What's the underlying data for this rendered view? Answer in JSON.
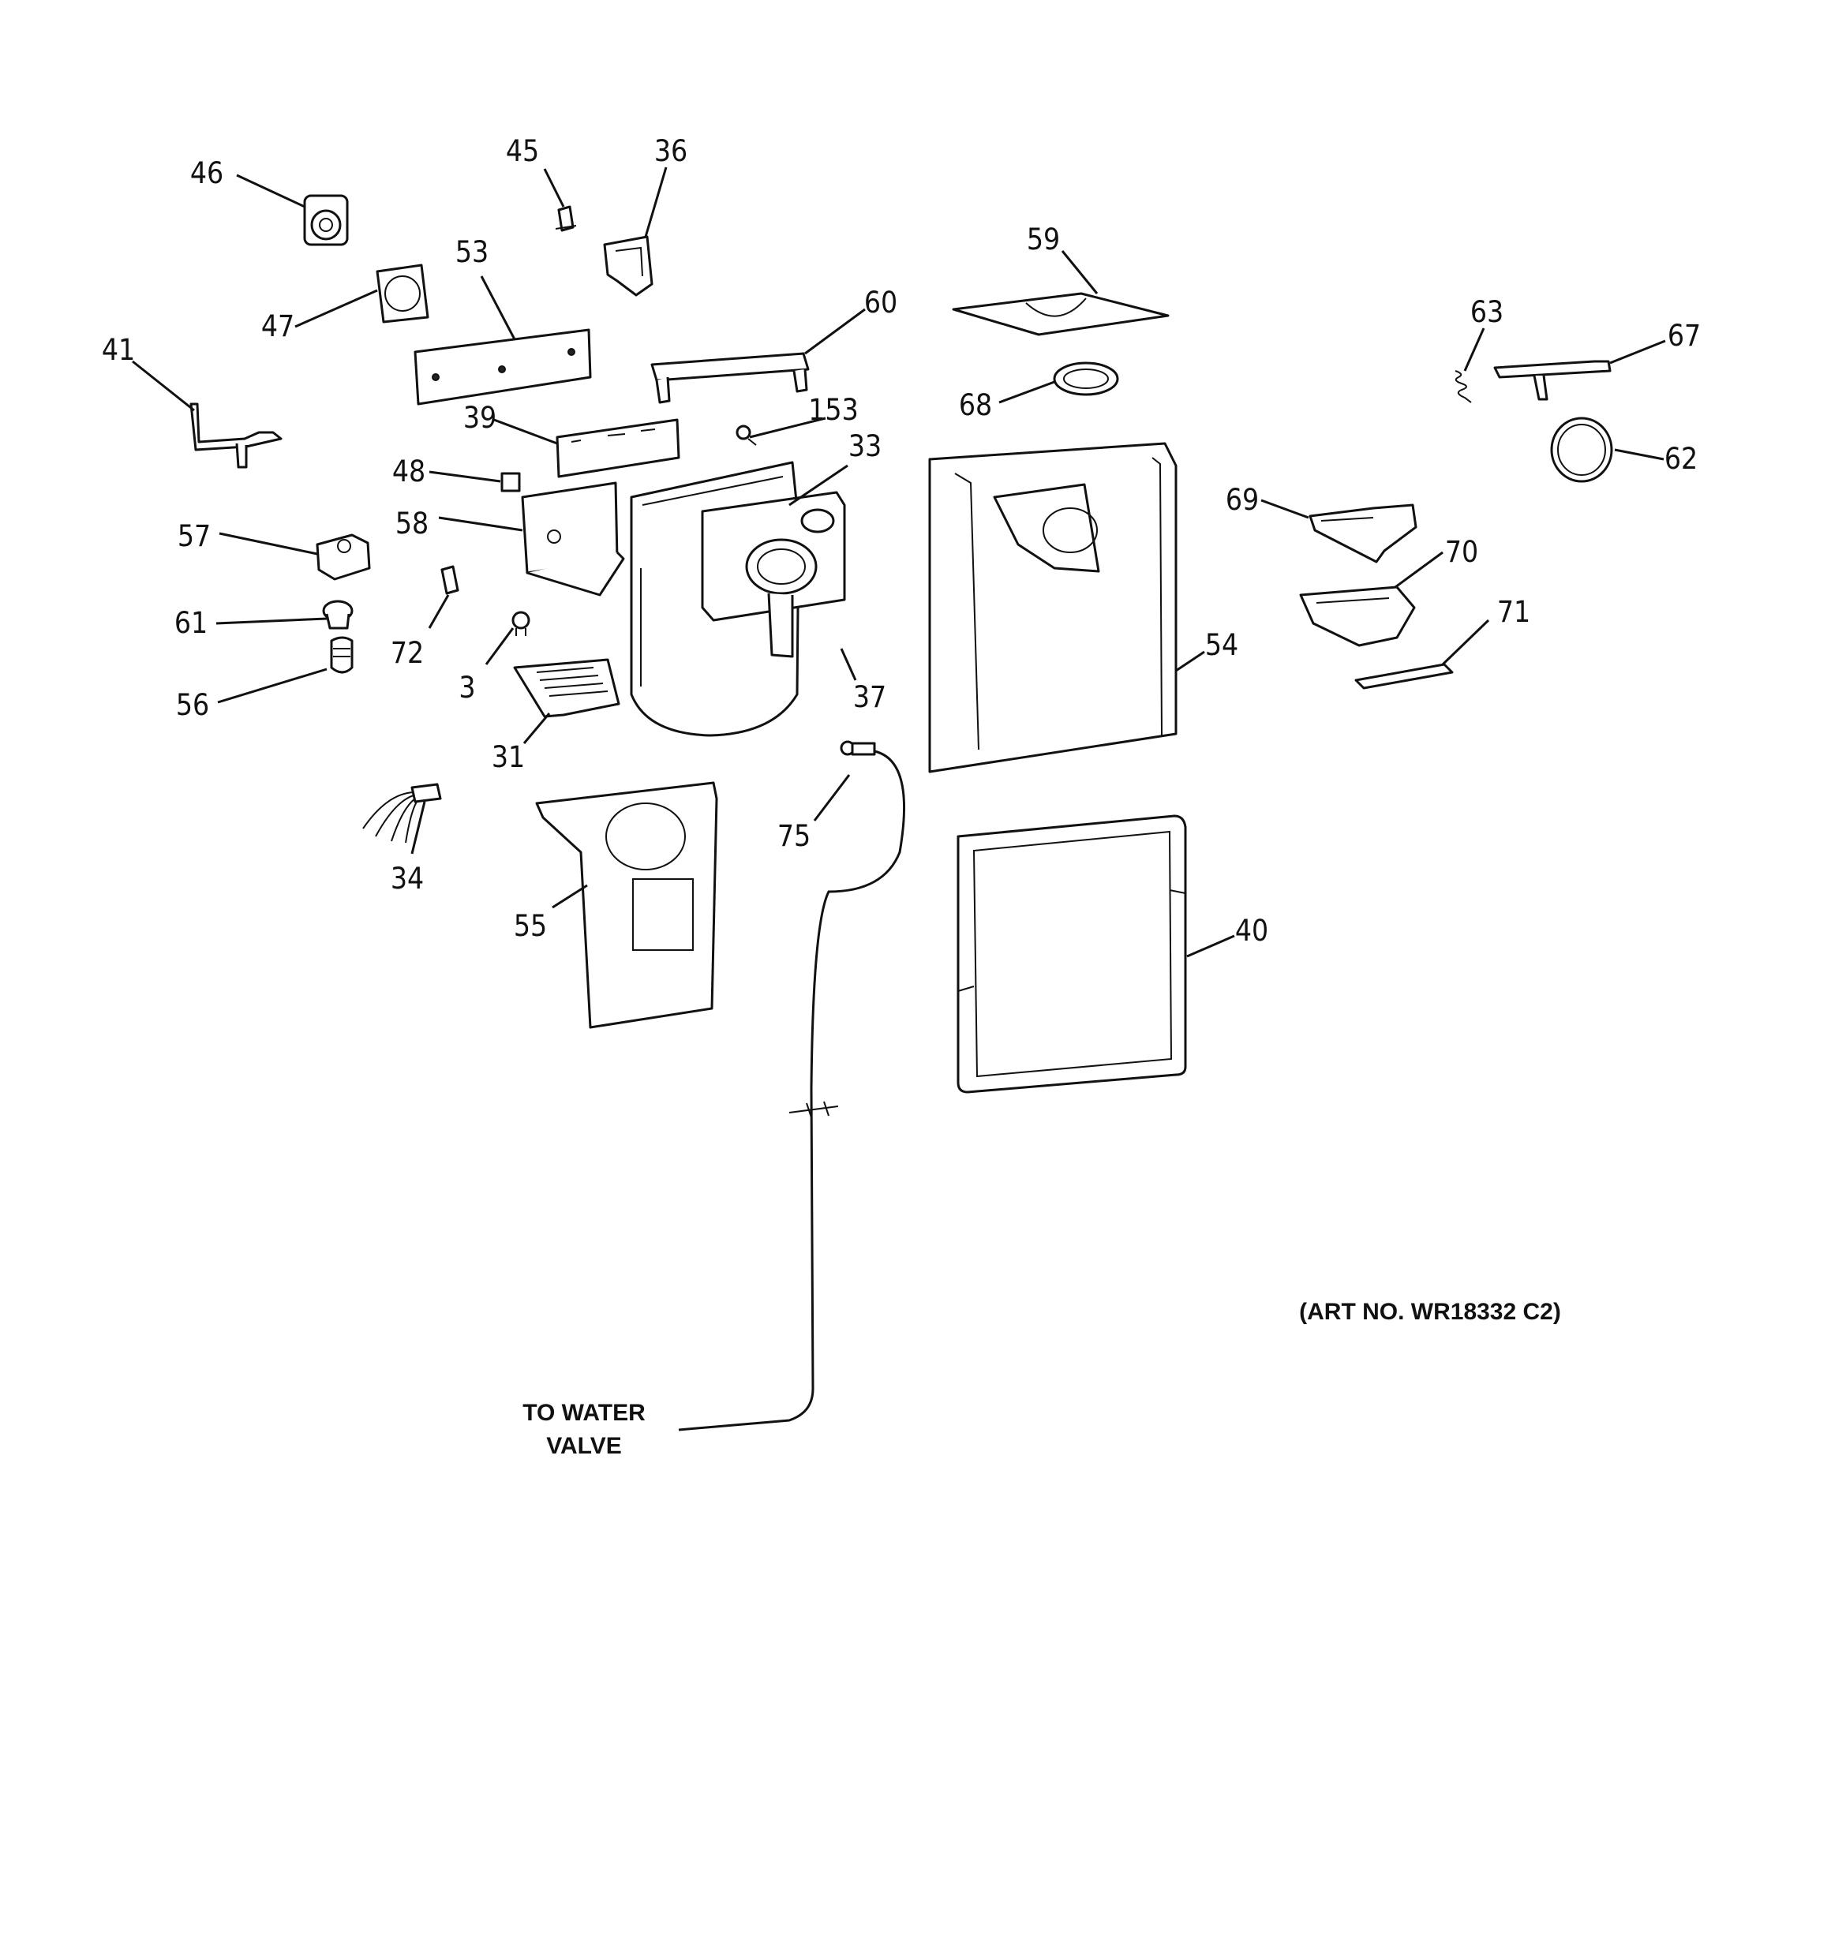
{
  "callouts": [
    "46",
    "45",
    "36",
    "47",
    "53",
    "41",
    "59",
    "60",
    "63",
    "67",
    "39",
    "153",
    "33",
    "68",
    "62",
    "48",
    "58",
    "57",
    "69",
    "70",
    "71",
    "61",
    "72",
    "3",
    "37",
    "54",
    "56",
    "31",
    "75",
    "34",
    "55",
    "40"
  ],
  "notes": {
    "art_number": "(ART NO. WR18332 C2)",
    "water_line_1": "TO WATER",
    "water_line_2": "VALVE"
  }
}
